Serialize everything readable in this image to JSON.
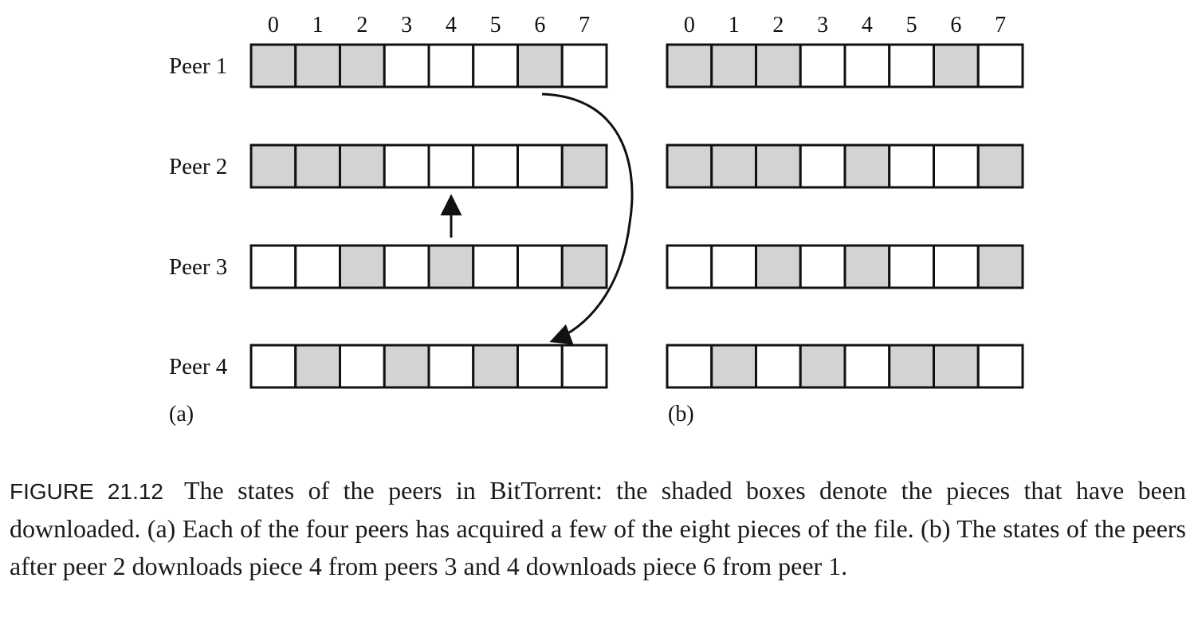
{
  "column_indices": [
    "0",
    "1",
    "2",
    "3",
    "4",
    "5",
    "6",
    "7"
  ],
  "peer_labels": [
    "Peer 1",
    "Peer 2",
    "Peer 3",
    "Peer 4"
  ],
  "panels": [
    {
      "label": "(a)",
      "peers": [
        {
          "peer": "Peer 1",
          "pieces": [
            1,
            1,
            1,
            0,
            0,
            0,
            1,
            0
          ]
        },
        {
          "peer": "Peer 2",
          "pieces": [
            1,
            1,
            1,
            0,
            0,
            0,
            0,
            1
          ]
        },
        {
          "peer": "Peer 3",
          "pieces": [
            0,
            0,
            1,
            0,
            1,
            0,
            0,
            1
          ]
        },
        {
          "peer": "Peer 4",
          "pieces": [
            0,
            1,
            0,
            1,
            0,
            1,
            0,
            0
          ]
        }
      ],
      "transfers": [
        {
          "from": "Peer 3",
          "to": "Peer 2",
          "piece": 4
        },
        {
          "from": "Peer 1",
          "to": "Peer 4",
          "piece": 6
        }
      ]
    },
    {
      "label": "(b)",
      "peers": [
        {
          "peer": "Peer 1",
          "pieces": [
            1,
            1,
            1,
            0,
            0,
            0,
            1,
            0
          ]
        },
        {
          "peer": "Peer 2",
          "pieces": [
            1,
            1,
            1,
            0,
            1,
            0,
            0,
            1
          ]
        },
        {
          "peer": "Peer 3",
          "pieces": [
            0,
            0,
            1,
            0,
            1,
            0,
            0,
            1
          ]
        },
        {
          "peer": "Peer 4",
          "pieces": [
            0,
            1,
            0,
            1,
            0,
            1,
            1,
            0
          ]
        }
      ]
    }
  ],
  "colors": {
    "shaded": "#d3d3d3",
    "empty": "#ffffff",
    "stroke": "#111111"
  },
  "caption": {
    "figure_label": "FIGURE 21.12",
    "text": "The states of the peers in BitTorrent: the shaded boxes denote the pieces that have been downloaded. (a) Each of the four peers has acquired a few of the eight pieces of the file. (b) The states of the peers after peer 2 downloads piece 4 from peers 3 and 4 downloads piece 6 from peer 1."
  }
}
